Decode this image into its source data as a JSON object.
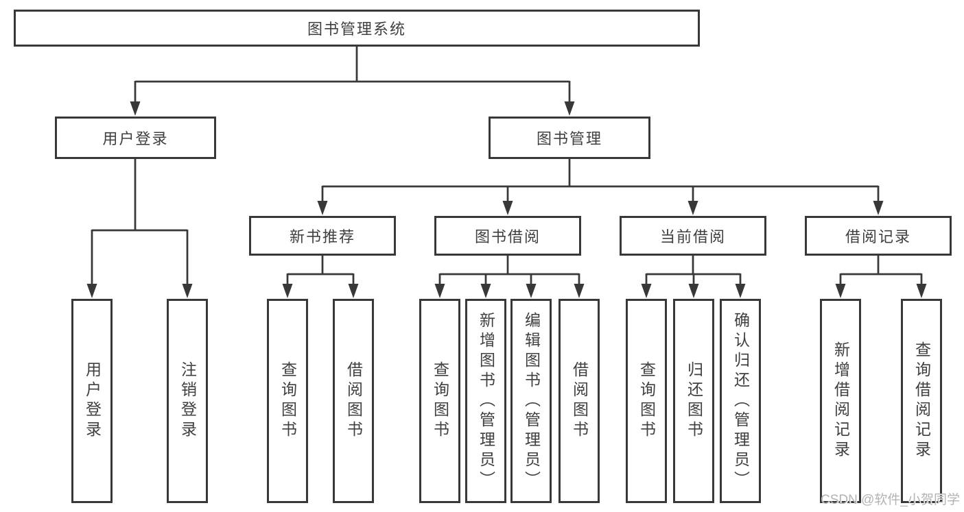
{
  "diagram": {
    "root": {
      "label": "图书管理系统"
    },
    "children": [
      {
        "label": "用户登录",
        "children": [
          {
            "label": "用户登录"
          },
          {
            "label": "注销登录"
          }
        ]
      },
      {
        "label": "图书管理",
        "children": [
          {
            "label": "新书推荐",
            "children": [
              {
                "label": "查询图书"
              },
              {
                "label": "借阅图书"
              }
            ]
          },
          {
            "label": "图书借阅",
            "children": [
              {
                "label": "查询图书"
              },
              {
                "label": "新增图书（管理员）"
              },
              {
                "label": "编辑图书（管理员）"
              },
              {
                "label": "借阅图书"
              }
            ]
          },
          {
            "label": "当前借阅",
            "children": [
              {
                "label": "查询图书"
              },
              {
                "label": "归还图书"
              },
              {
                "label": "确认归还（管理员）"
              }
            ]
          },
          {
            "label": "借阅记录",
            "children": [
              {
                "label": "新增借阅记录"
              },
              {
                "label": "查询借阅记录"
              }
            ]
          }
        ]
      }
    ]
  },
  "watermark": {
    "text": "CSDN @软件_小贺同学"
  },
  "colors": {
    "line": "#383838",
    "text": "#3f3f3f",
    "watermark": "#b3b3b3",
    "bg": "#ffffff"
  }
}
